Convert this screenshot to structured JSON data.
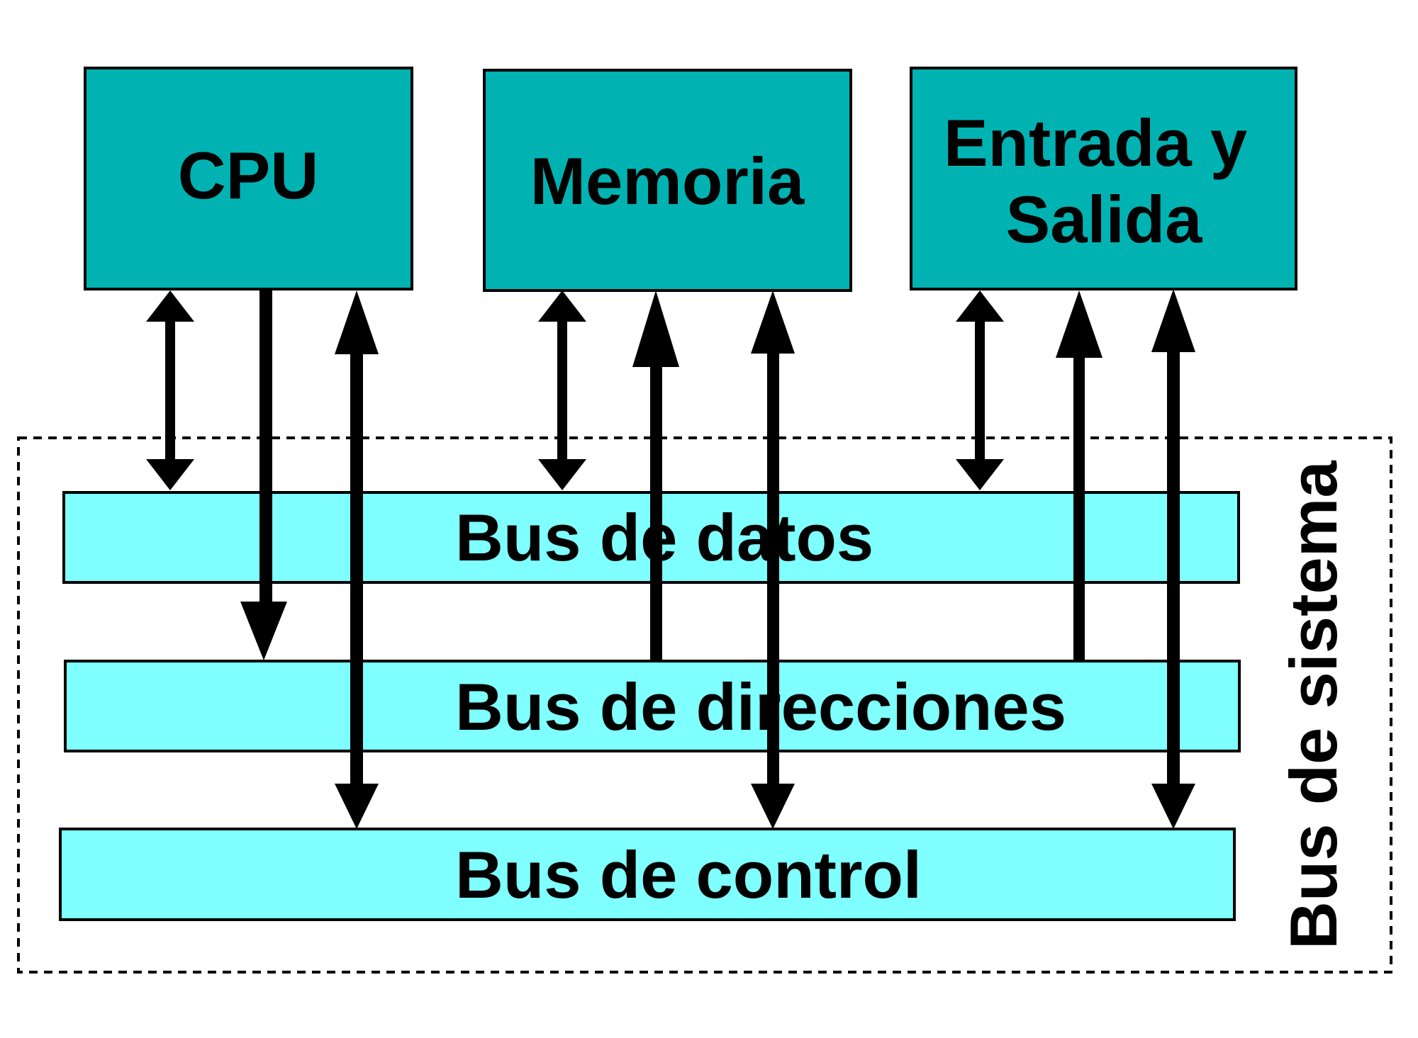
{
  "colors": {
    "component_fill": "#00b3b3",
    "bus_fill": "#7fffff",
    "stroke": "#000000",
    "background": "#ffffff"
  },
  "components": {
    "cpu": {
      "label": "CPU"
    },
    "memoria": {
      "label": "Memoria"
    },
    "io": {
      "label_line1": "Entrada y",
      "label_line2": "Salida"
    }
  },
  "buses": {
    "datos": {
      "label": "Bus de datos"
    },
    "direcciones": {
      "label": "Bus de direcciones"
    },
    "control": {
      "label": "Bus de control"
    }
  },
  "group": {
    "label": "Bus de sistema"
  }
}
